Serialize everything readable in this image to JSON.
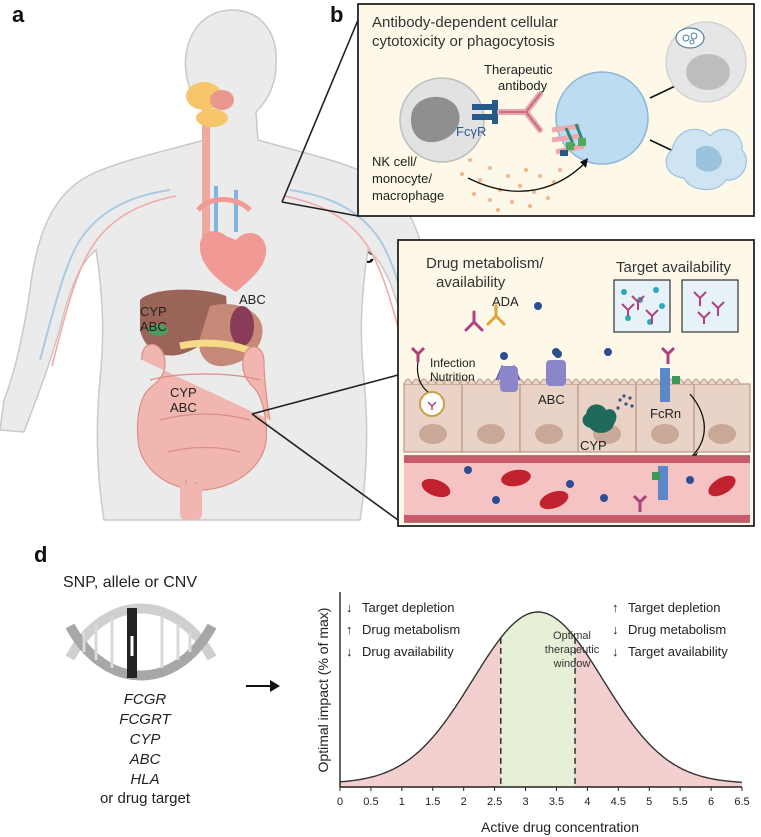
{
  "panels": {
    "a": "a",
    "b": "b",
    "c": "c",
    "d": "d"
  },
  "body": {
    "liver_line1": "CYP",
    "liver_line2": "ABC",
    "spleen": "ABC",
    "gut_line1": "CYP",
    "gut_line2": "ABC"
  },
  "panel_b": {
    "title_line1": "Antibody-dependent cellular",
    "title_line2": "cytotoxicity or phagocytosis",
    "antibody_line1": "Therapeutic",
    "antibody_line2": "antibody",
    "receptor": "FcγR",
    "effector_line1": "NK cell/",
    "effector_line2": "monocyte/",
    "effector_line3": "macrophage"
  },
  "panel_c": {
    "metab_line1": "Drug metabolism/",
    "metab_line2": "availability",
    "target": "Target availability",
    "ada": "ADA",
    "infection": "Infection",
    "nutrition": "Nutrition",
    "abc": "ABC",
    "cyp": "CYP",
    "fcrn": "FcRn"
  },
  "panel_d": {
    "snp": "SNP, allele or CNV",
    "genes": [
      "FCGR",
      "FCGRT",
      "CYP",
      "ABC",
      "HLA"
    ],
    "other": "or drug target",
    "left_list": [
      {
        "dir": "↓",
        "text": "Target depletion"
      },
      {
        "dir": "↑",
        "text": "Drug metabolism"
      },
      {
        "dir": "↓",
        "text": "Drug availability"
      }
    ],
    "right_list": [
      {
        "dir": "↑",
        "text": "Target depletion"
      },
      {
        "dir": "↓",
        "text": "Drug metabolism"
      },
      {
        "dir": "↓",
        "text": "Target availability"
      }
    ],
    "window_line1": "Optimal",
    "window_line2": "therapeutic",
    "window_line3": "window"
  },
  "colors": {
    "curve_fill": "#f3cfcf",
    "window_fill": "#e6f0d6",
    "panel_bg": "#fdf8e8"
  },
  "chart_data": {
    "type": "area",
    "xlabel": "Active drug concentration",
    "ylabel": "Optimal impact (% of max)",
    "xlim": [
      0,
      6.5
    ],
    "x_ticks": [
      "0",
      "0.5",
      "1",
      "1.5",
      "2",
      "2.5",
      "3",
      "3.5",
      "4",
      "4.5",
      "5",
      "5.5",
      "6",
      "6.5"
    ],
    "window": [
      2.6,
      3.8
    ],
    "peak_x": 3.2
  }
}
